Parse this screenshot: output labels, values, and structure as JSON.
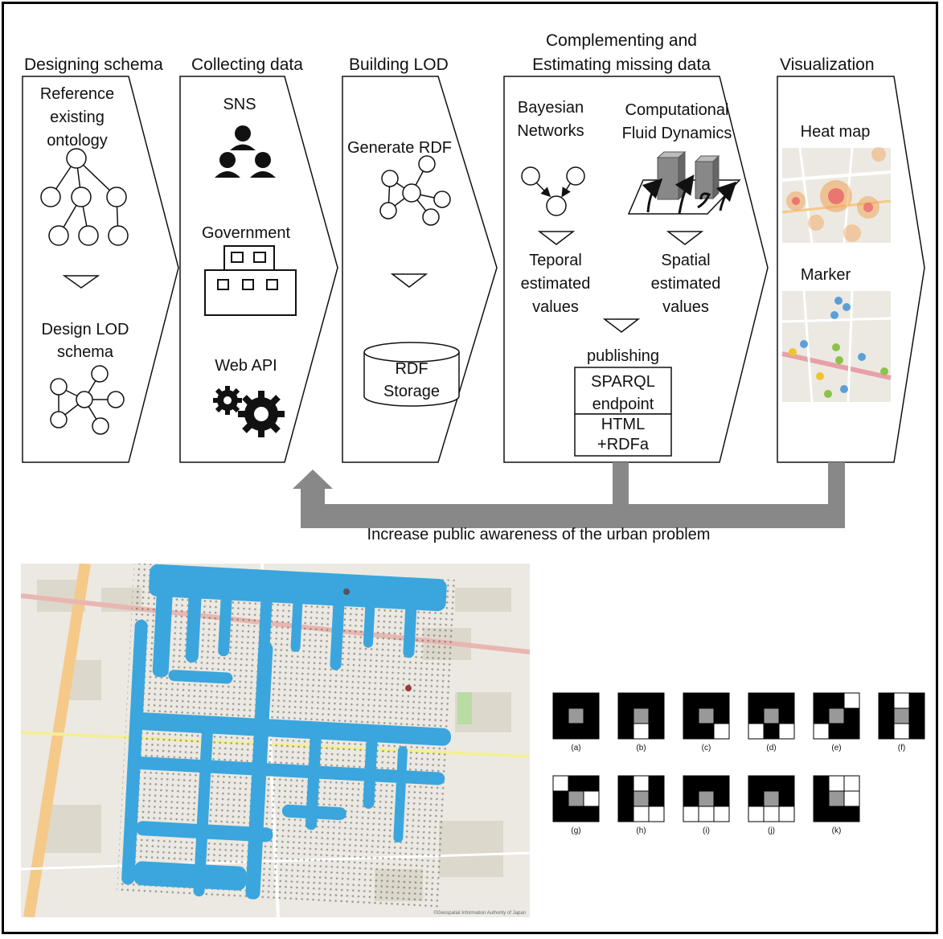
{
  "pipeline": {
    "stages": [
      {
        "title": "Designing schema",
        "texts": [
          "Reference",
          "existing",
          "ontology",
          "Design LOD",
          "schema"
        ]
      },
      {
        "title": "Collecting data",
        "texts": [
          "SNS",
          "Government",
          "Web API"
        ]
      },
      {
        "title": "Building LOD",
        "texts": [
          "Generate RDF",
          "RDF",
          "Storage"
        ]
      },
      {
        "title_lines": [
          "Complementing and",
          "Estimating missing data"
        ],
        "texts": [
          "Bayesian",
          "Networks",
          "Computational",
          "Fluid Dynamics",
          "Teporal",
          "estimated",
          "values",
          "Spatial",
          "estimated",
          "values",
          "publishing",
          "SPARQL",
          "endpoint",
          "HTML",
          "+RDFa"
        ]
      },
      {
        "title": "Visualization",
        "texts": [
          "Heat map",
          "Marker"
        ]
      }
    ],
    "feedback_label": "Increase public awareness of the urban problem"
  },
  "map_panel": {
    "attribution": "©Geospatial Information Authority of Japan",
    "colors": {
      "points": "#3aa6dd",
      "roads": "#f5c988",
      "background": "#ece9e2"
    }
  },
  "patterns": {
    "labels": [
      "(a)",
      "(b)",
      "(c)",
      "(d)",
      "(e)",
      "(f)",
      "(g)",
      "(h)",
      "(i)",
      "(j)",
      "(k)"
    ],
    "cells": [
      [
        1,
        1,
        1,
        1,
        0,
        1,
        1,
        1,
        1
      ],
      [
        1,
        1,
        1,
        1,
        0,
        1,
        1,
        2,
        1
      ],
      [
        1,
        1,
        1,
        1,
        0,
        1,
        1,
        1,
        2
      ],
      [
        1,
        1,
        1,
        1,
        0,
        1,
        2,
        1,
        2
      ],
      [
        1,
        1,
        2,
        1,
        0,
        1,
        2,
        1,
        1
      ],
      [
        1,
        2,
        1,
        1,
        0,
        1,
        1,
        2,
        1
      ],
      [
        2,
        1,
        1,
        1,
        0,
        2,
        1,
        1,
        1
      ],
      [
        1,
        2,
        1,
        1,
        0,
        1,
        1,
        2,
        2
      ],
      [
        1,
        1,
        1,
        1,
        0,
        1,
        2,
        2,
        2
      ],
      [
        1,
        1,
        1,
        1,
        0,
        1,
        2,
        2,
        2
      ],
      [
        1,
        2,
        2,
        1,
        0,
        2,
        1,
        1,
        1
      ]
    ]
  }
}
